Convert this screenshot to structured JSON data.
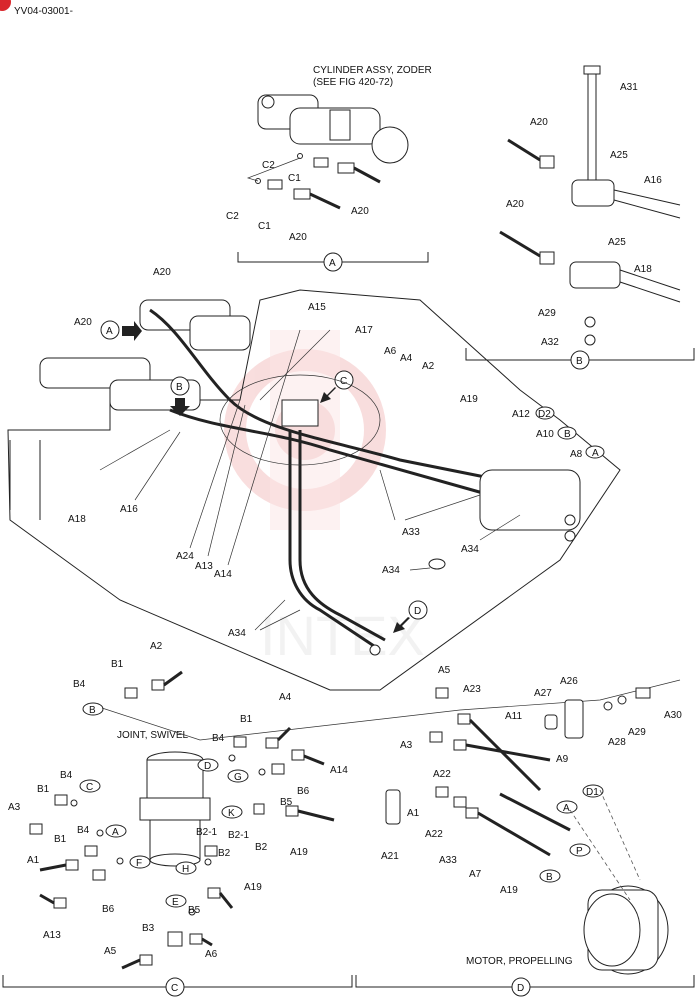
{
  "header": {
    "doc_id": "YV04-03001-"
  },
  "watermark": {
    "text": "INTEX",
    "color": "#f2b8b8"
  },
  "captions": {
    "cylinder": [
      "CYLINDER ASSY, ZODER",
      "(SEE FIG 420-72)"
    ],
    "joint": "JOINT, SWIVEL",
    "motor": "MOTOR, PROPELLING"
  },
  "panels": [
    "A",
    "B",
    "C",
    "D"
  ],
  "callouts": {
    "A": [
      "C2",
      "C1",
      "A20",
      "C2",
      "C1",
      "A20"
    ],
    "B": [
      "A31",
      "A20",
      "A25",
      "A16",
      "A20",
      "A25",
      "A18",
      "A29",
      "A32"
    ],
    "main": [
      "A20",
      "A20",
      "A15",
      "A17",
      "A6",
      "A4",
      "A2",
      "A19",
      "A12",
      "A10",
      "A8",
      "A18",
      "A16",
      "A24",
      "A13",
      "A14",
      "A33",
      "A34",
      "A34",
      "A34"
    ],
    "C": [
      "A2",
      "B1",
      "B4",
      "A4",
      "B1",
      "B4",
      "A14",
      "B6",
      "B5",
      "B1",
      "B4",
      "A1",
      "A3",
      "B1",
      "B4",
      "B6",
      "B2-1",
      "B2-1",
      "B2",
      "B2",
      "A19",
      "A19",
      "B5",
      "B5",
      "A13",
      "B3",
      "A5",
      "A6"
    ],
    "D": [
      "A5",
      "A23",
      "A26",
      "A27",
      "A30",
      "A28",
      "A29",
      "A3",
      "A11",
      "A22",
      "A9",
      "A1",
      "A22",
      "A21",
      "A33",
      "A7",
      "A19"
    ]
  },
  "tags": {
    "main": [
      "D2",
      "B",
      "A"
    ],
    "C": [
      "D",
      "G",
      "C",
      "K",
      "A",
      "F",
      "H",
      "E",
      "B"
    ],
    "D": [
      "D1",
      "A",
      "P",
      "B"
    ]
  },
  "arrows": [
    "A",
    "B",
    "C",
    "D"
  ]
}
